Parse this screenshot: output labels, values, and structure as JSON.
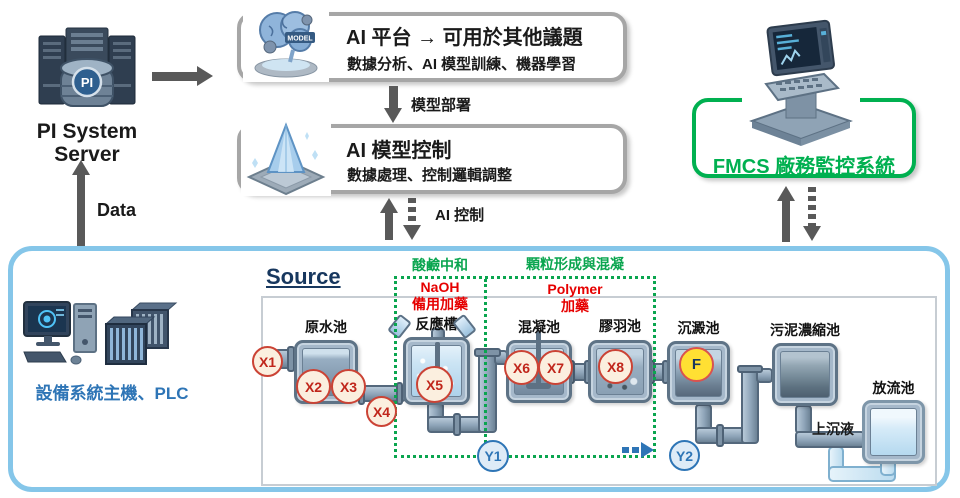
{
  "pi_server": {
    "line1": "PI System",
    "line2": "Server",
    "badge": "PI"
  },
  "arrows": {
    "data_label": "Data",
    "deploy_label": "模型部署",
    "ai_control_label": "AI 控制"
  },
  "ai_platform_box": {
    "title": "AI 平台 → 可用於其他議題",
    "subtitle": "數據分析、AI 模型訓練、機器學習",
    "icon_badge": "MODEL"
  },
  "ai_model_box": {
    "title": "AI 模型控制",
    "subtitle": "數據處理、控制邏輯調整"
  },
  "fmcs": {
    "label": "FMCS 廠務監控系統"
  },
  "plc_station": {
    "label": "設備系統主機、PLC"
  },
  "source_panel": {
    "title": "Source",
    "zone1": {
      "name": "酸鹼中和",
      "chemical": "NaOH",
      "action": "備用加藥"
    },
    "zone2": {
      "name": "顆粒形成與混凝",
      "chemical": "Polymer",
      "action": "加藥"
    },
    "tanks": [
      {
        "id": "raw",
        "label": "原水池"
      },
      {
        "id": "reaction",
        "label": "反應槽"
      },
      {
        "id": "coagulation",
        "label": "混凝池"
      },
      {
        "id": "flocculation",
        "label": "膠羽池"
      },
      {
        "id": "sedimentation",
        "label": "沉澱池"
      },
      {
        "id": "thickener",
        "label": "污泥濃縮池"
      },
      {
        "id": "discharge",
        "label": "放流池"
      }
    ],
    "supernatant_label": "上沉液",
    "markers": {
      "x1": "X1",
      "x2": "X2",
      "x3": "X3",
      "x4": "X4",
      "x5": "X5",
      "x6": "X6",
      "x7": "X7",
      "x8": "X8",
      "f": "F",
      "y1": "Y1",
      "y2": "Y2"
    }
  },
  "colors": {
    "accent_green": "#00B050",
    "accent_blue": "#2E75B6",
    "box_border_gray": "#A6A6A6",
    "panel_border_blue": "#85C6E9",
    "marker_red": "#CB4335",
    "chem_red": "#E60000",
    "navy": "#17375E"
  }
}
